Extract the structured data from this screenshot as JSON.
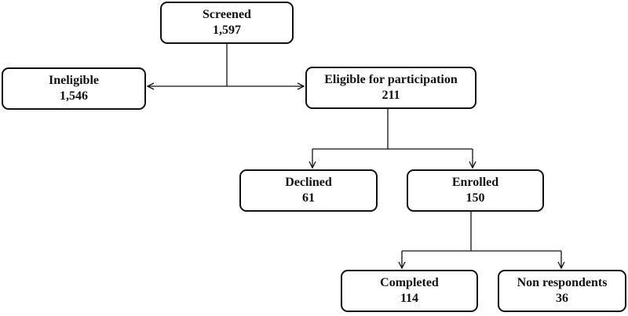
{
  "flowchart": {
    "screened": {
      "label": "Screened",
      "count": "1,597"
    },
    "ineligible": {
      "label": "Ineligible",
      "count": "1,546"
    },
    "eligible": {
      "label": "Eligible for participation",
      "count": "211"
    },
    "declined": {
      "label": "Declined",
      "count": "61"
    },
    "enrolled": {
      "label": "Enrolled",
      "count": "150"
    },
    "completed": {
      "label": "Completed",
      "count": "114"
    },
    "non_respondents": {
      "label": "Non respondents",
      "count": "36"
    }
  },
  "colors": {
    "stroke": "#111111",
    "background": "#ffffff"
  }
}
